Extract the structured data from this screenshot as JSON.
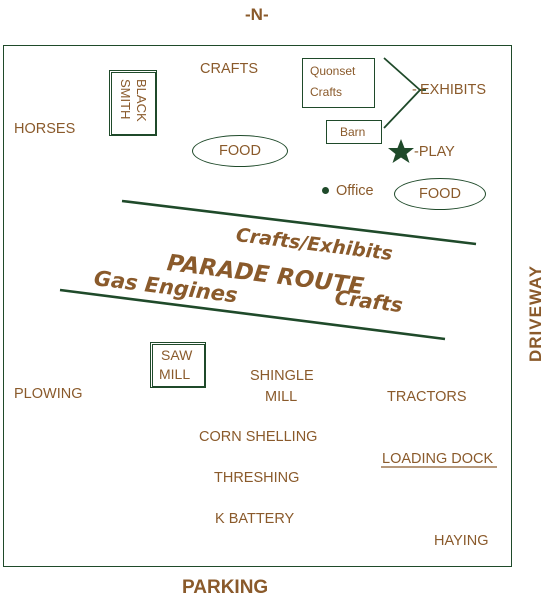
{
  "compass": "-N-",
  "labels": {
    "crafts_top": "CRAFTS",
    "horses": "HORSES",
    "blacksmith_line1": "BLACK",
    "blacksmith_line2": "SMITH",
    "quonset_line1": "Quonset",
    "quonset_line2": "Crafts",
    "barn": "Barn",
    "exhibits": "EXHIBITS",
    "play": "PLAY",
    "food_left": "FOOD",
    "office": "Office",
    "food_right": "FOOD",
    "saw_line1": "SAW",
    "saw_line2": "MILL",
    "shingle_line1": "SHINGLE",
    "shingle_line2": "MILL",
    "plowing": "PLOWING",
    "tractors": "TRACTORS",
    "corn_shelling": "CORN SHELLING",
    "loading_dock": "LOADING DOCK",
    "threshing": "THRESHING",
    "k_battery": "K BATTERY",
    "haying": "HAYING",
    "parking": "PARKING",
    "driveway": "DRIVEWAY"
  },
  "parade": {
    "line1": "Crafts/Exhibits",
    "line2": "PARADE ROUTE",
    "line3a": "Gas Engines",
    "line3b": "Crafts"
  },
  "colors": {
    "text": "#8a5a2b",
    "outline": "#1f4a2a"
  },
  "icons": {
    "play": "star-icon",
    "office": "dot-icon"
  }
}
